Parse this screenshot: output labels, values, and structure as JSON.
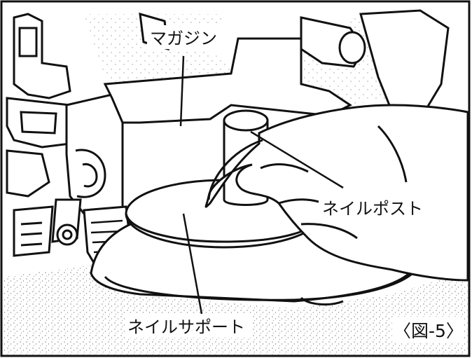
{
  "labels": {
    "magazine": "マガジン",
    "nail_post": "ネイルポスト",
    "nail_support": "ネイルサポート"
  },
  "figure_number": "〈図-5〉",
  "colors": {
    "ink": "#111111",
    "paper": "#ffffff",
    "stipple": "#9a9a9a"
  }
}
